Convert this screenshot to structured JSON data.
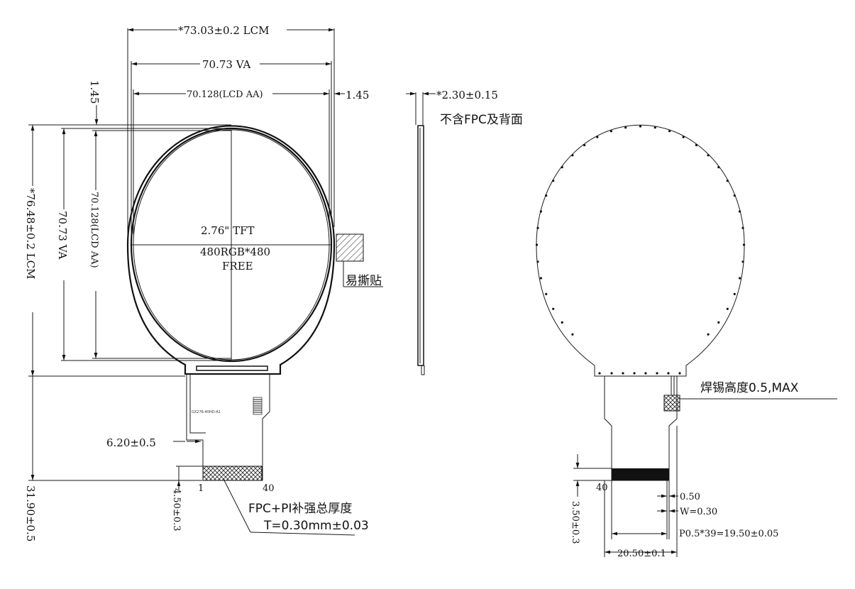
{
  "front": {
    "lcm_width": "*73.03±0.2 LCM",
    "va_width": "70.73 VA",
    "aa_width": "70.128(LCD AA)",
    "left_margin": "1.45",
    "right_margin": "1.45",
    "lcm_height": "*76.48±0.2 LCM",
    "va_height": "70.73 VA",
    "aa_height": "70.128(LCD AA)",
    "center_line1": "2.76\"  TFT",
    "center_line2": "480RGB*480",
    "center_line3": "FREE",
    "tape_label": "易撕贴",
    "fpc_offset": "6.20±0.5",
    "fpc_total_height": "31.90±0.5",
    "finger_height": "4.50±0.3",
    "pin_first": "1",
    "pin_last": "40",
    "stiffener_line1": "FPC+PI补强总厚度",
    "stiffener_line2": "T=0.30mm±0.03",
    "part_code": "GX276-40HD-A1"
  },
  "side": {
    "thickness": "*2.30±0.15",
    "note": "不含FPC及背面"
  },
  "back": {
    "solder_note": "焊锡高度0.5,MAX",
    "pin_label": "40",
    "finger_height": "3.50±0.3",
    "pin_pitch_gap": "0.50",
    "pin_width": "W=0.30",
    "pitch": "P0.5*39=19.50±0.05",
    "fpc_width": "20.50±0.1"
  }
}
